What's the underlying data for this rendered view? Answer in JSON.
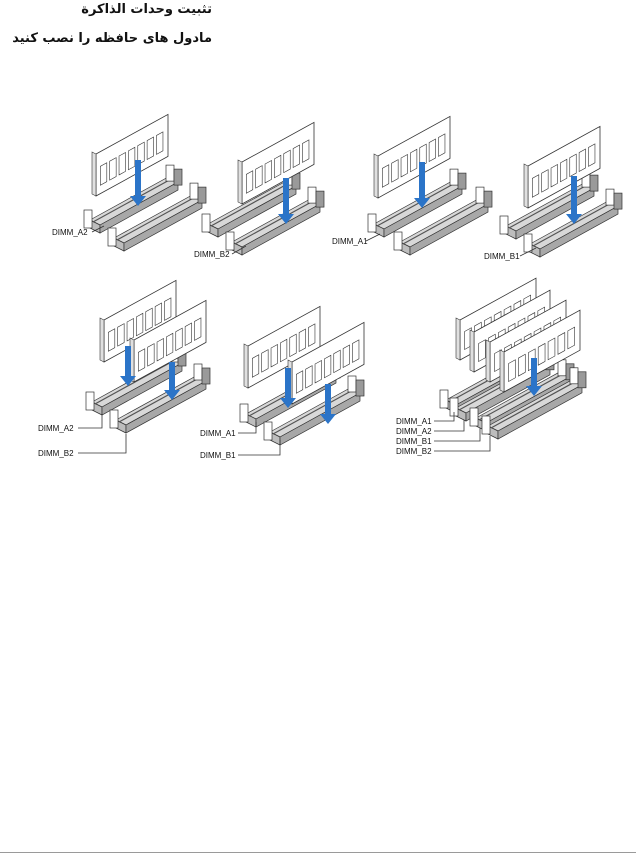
{
  "heading": {
    "section_title": "تثبيت وحدات الذاكرة",
    "subtitle": "مادول های حافظه را نصب کنید"
  },
  "diagrams": [
    {
      "labels": [
        "DIMM_A2"
      ]
    },
    {
      "labels": [
        "DIMM_B2"
      ]
    },
    {
      "labels": [
        "DIMM_A1"
      ]
    },
    {
      "labels": [
        "DIMM_B1"
      ]
    },
    {
      "labels": [
        "DIMM_A2",
        "DIMM_B2"
      ]
    },
    {
      "labels": [
        "DIMM_A1",
        "DIMM_B1"
      ]
    },
    {
      "labels": [
        "DIMM_A1",
        "DIMM_A2",
        "DIMM_B1",
        "DIMM_B2"
      ]
    }
  ],
  "colors": {
    "arrow": "#2b74c8",
    "slot": "#d8d8d8",
    "outline": "#333333",
    "latch": "#9a9a9a"
  }
}
